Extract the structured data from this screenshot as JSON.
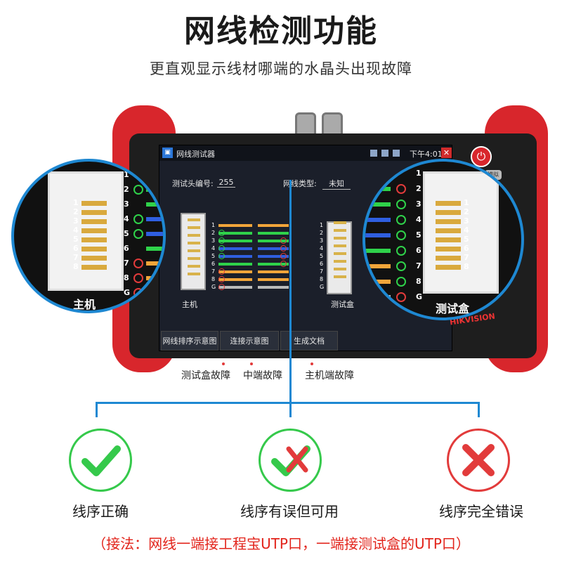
{
  "header": {
    "title": "网线检测功能",
    "subtitle": "更直观显示线材哪端的水晶头出现故障"
  },
  "screen": {
    "app_title": "网线测试器",
    "clock": "下午4:01",
    "head_id_label": "测试头编号:",
    "head_id_value": "255",
    "cable_type_label": "网线类型:",
    "cable_type_value": "未知",
    "host_label": "主机",
    "box_label": "测试盒",
    "pins": [
      "1",
      "2",
      "3",
      "4",
      "5",
      "6",
      "7",
      "8",
      "G"
    ],
    "tabs": [
      "网线排序示意图",
      "连接示意图",
      "生成文档"
    ],
    "brand": "HIKVISION",
    "small_button": "模拟"
  },
  "zoom": {
    "left_caption": "主机",
    "right_caption": "测试盒",
    "pins": [
      "1",
      "2",
      "3",
      "4",
      "5",
      "6",
      "7",
      "8",
      "G"
    ],
    "jack_pins": [
      "1",
      "2",
      "3",
      "4",
      "5",
      "6",
      "7",
      "8"
    ]
  },
  "faults": {
    "box": "测试盒故障",
    "middle": "中端故障",
    "host": "主机端故障"
  },
  "results": {
    "ok": "线序正确",
    "warn": "线序有误但可用",
    "bad": "线序完全错误"
  },
  "note": "（接法：网线一端接工程宝UTP口，一端接测试盒的UTP口）",
  "colors": {
    "accent_blue": "#1e88d2",
    "ok_green": "#35c94b",
    "error_red": "#e23b3b",
    "device_red": "#d8262c"
  }
}
